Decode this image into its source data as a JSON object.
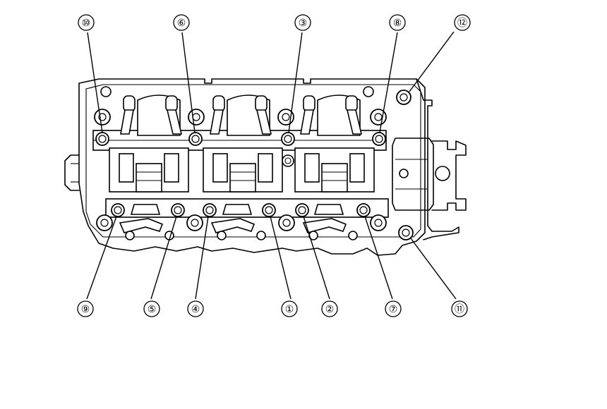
{
  "figure": {
    "subject": "cylinder-head-bolt-sequence",
    "callouts": [
      {
        "id": "c10",
        "label": "⑩"
      },
      {
        "id": "c6",
        "label": "⑥"
      },
      {
        "id": "c3",
        "label": "③"
      },
      {
        "id": "c8",
        "label": "⑧"
      },
      {
        "id": "c12",
        "label": "⑫"
      },
      {
        "id": "c9",
        "label": "⑨"
      },
      {
        "id": "c5",
        "label": "⑤"
      },
      {
        "id": "c4",
        "label": "④"
      },
      {
        "id": "c1",
        "label": "①"
      },
      {
        "id": "c2",
        "label": "②"
      },
      {
        "id": "c7",
        "label": "⑦"
      },
      {
        "id": "c11",
        "label": "⑪"
      }
    ]
  }
}
